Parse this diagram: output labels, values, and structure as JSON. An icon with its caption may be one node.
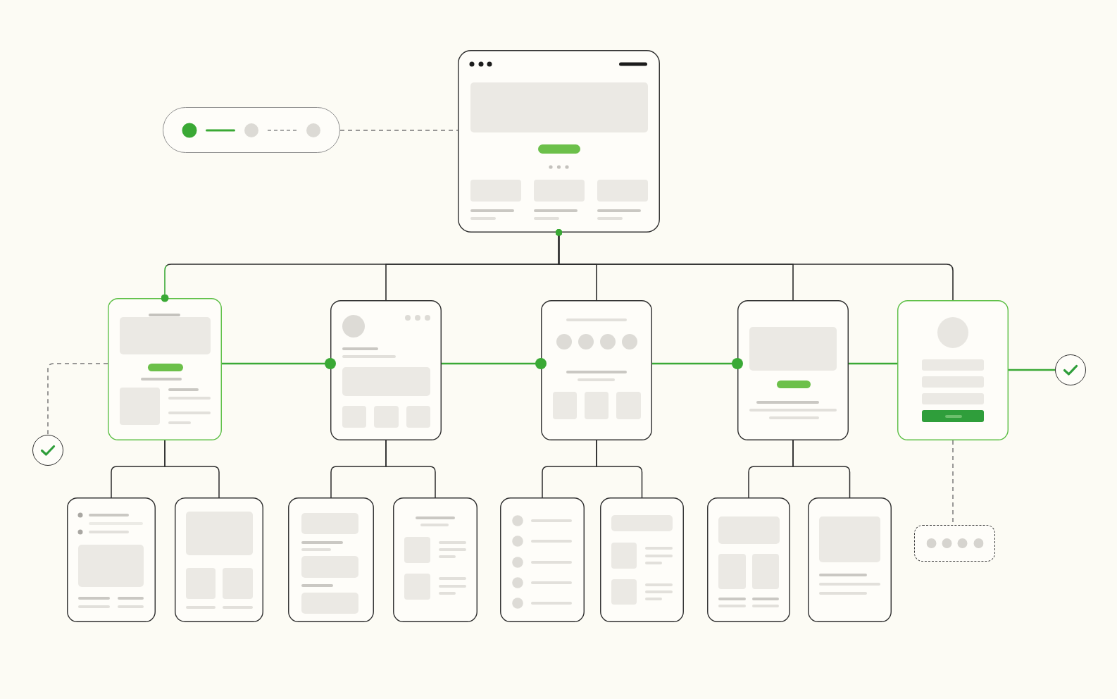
{
  "diagram": {
    "nodes": [
      {
        "text": [],
        "shape": "picture"
      },
      {
        "text": [],
        "shape": "pill"
      },
      {
        "text": [],
        "shape": "picture"
      },
      {
        "text": [],
        "shape": "picture"
      },
      {
        "text": [],
        "shape": "picture"
      },
      {
        "text": [],
        "shape": "picture"
      },
      {
        "text": [],
        "shape": "picture"
      },
      {
        "text": [],
        "shape": "circle"
      },
      {
        "text": [],
        "shape": "circle"
      },
      {
        "text": [],
        "shape": "picture"
      },
      {
        "text": [],
        "shape": "picture"
      },
      {
        "text": [],
        "shape": "picture"
      },
      {
        "text": [],
        "shape": "picture"
      },
      {
        "text": [],
        "shape": "picture"
      },
      {
        "text": [],
        "shape": "picture"
      },
      {
        "text": [],
        "shape": "picture"
      },
      {
        "text": [],
        "shape": "picture"
      },
      {
        "text": [],
        "shape": "box"
      }
    ],
    "edges": [
      {
        "from": 1,
        "to": 0,
        "arrow": "none",
        "style": "dashed",
        "color": "#777777"
      },
      {
        "from": 0,
        "to": 2,
        "arrow": "other",
        "color": "#3aa935"
      },
      {
        "from": 0,
        "to": 3,
        "arrow": "other"
      },
      {
        "from": 0,
        "to": 4,
        "arrow": "other"
      },
      {
        "from": 0,
        "to": 5,
        "arrow": "other"
      },
      {
        "from": 0,
        "to": 6,
        "arrow": "other"
      },
      {
        "from": 2,
        "to": 3,
        "arrow": "other",
        "color": "#3aa935"
      },
      {
        "from": 3,
        "to": 4,
        "arrow": "other",
        "color": "#3aa935"
      },
      {
        "from": 4,
        "to": 5,
        "arrow": "other",
        "color": "#3aa935"
      },
      {
        "from": 5,
        "to": 6,
        "arrow": "none",
        "color": "#3aa935"
      },
      {
        "from": 6,
        "to": 7,
        "arrow": "none",
        "color": "#3aa935"
      },
      {
        "from": 2,
        "to": 8,
        "arrow": "none",
        "style": "dashed",
        "color": "#777777"
      },
      {
        "from": 6,
        "to": 17,
        "arrow": "none",
        "style": "dashed",
        "color": "#777777"
      },
      {
        "from": 2,
        "to": 9,
        "arrow": "none"
      },
      {
        "from": 2,
        "to": 10,
        "arrow": "none"
      },
      {
        "from": 3,
        "to": 11,
        "arrow": "none"
      },
      {
        "from": 3,
        "to": 12,
        "arrow": "none"
      },
      {
        "from": 4,
        "to": 13,
        "arrow": "none"
      },
      {
        "from": 4,
        "to": 14,
        "arrow": "none"
      },
      {
        "from": 5,
        "to": 15,
        "arrow": "none"
      },
      {
        "from": 5,
        "to": 16,
        "arrow": "none"
      }
    ]
  }
}
